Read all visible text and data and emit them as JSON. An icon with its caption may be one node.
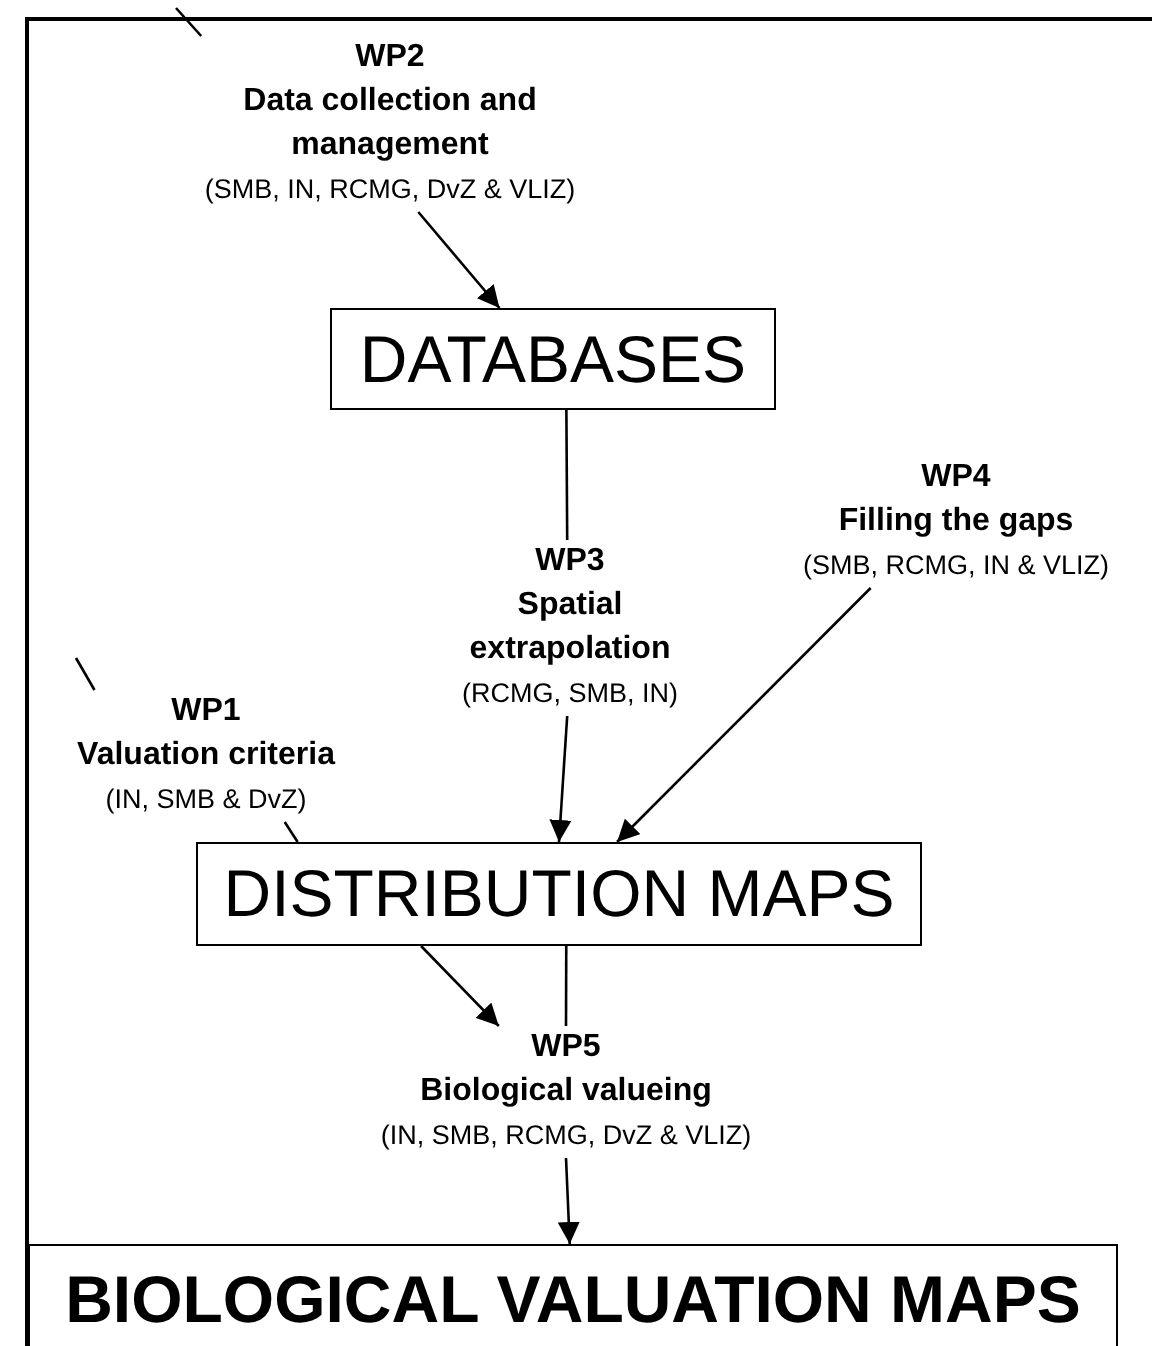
{
  "diagram": {
    "nodes": [
      {
        "text": [
          "WP2",
          "Data collection and management",
          "(SMB, IN, RCMG, DvZ & VLIZ)"
        ]
      },
      {
        "text": [
          "DATABASES"
        ]
      },
      {
        "text": [
          "WP4",
          "Filling the gaps",
          "(SMB, RCMG, IN & VLIZ)"
        ]
      },
      {
        "text": [
          "WP3",
          "Spatial extrapolation",
          "(RCMG, SMB, IN)"
        ]
      },
      {
        "text": [
          "WP1",
          "Valuation criteria",
          "(IN, SMB & DvZ)"
        ]
      },
      {
        "text": [
          "DISTRIBUTION MAPS"
        ]
      },
      {
        "text": [
          "WP5",
          "Biological valueing",
          "(IN, SMB, RCMG, DvZ & VLIZ)"
        ]
      },
      {
        "text": [
          "BIOLOGICAL VALUATION MAPS"
        ]
      }
    ],
    "edges": [
      {
        "from": null,
        "to": 0,
        "arrow": "none"
      },
      {
        "from": 0,
        "to": 1,
        "arrow": "to"
      },
      {
        "from": 1,
        "to": 3,
        "arrow": "none"
      },
      {
        "from": 3,
        "to": 5,
        "arrow": "to"
      },
      {
        "from": 2,
        "to": 5,
        "arrow": "to"
      },
      {
        "from": null,
        "to": 4,
        "arrow": "none"
      },
      {
        "from": 4,
        "to": 5,
        "arrow": "none"
      },
      {
        "from": 5,
        "to": 6,
        "arrow": "to"
      },
      {
        "from": 5,
        "to": 6,
        "arrow": "none"
      },
      {
        "from": 6,
        "to": 7,
        "arrow": "to"
      }
    ]
  }
}
